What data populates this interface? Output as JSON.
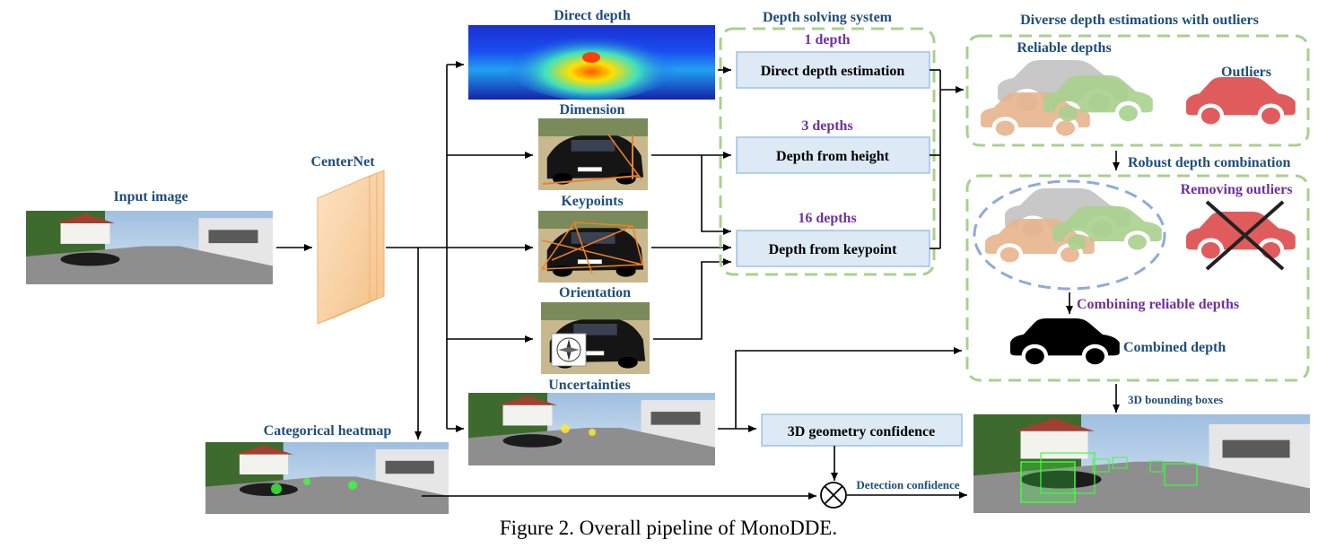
{
  "labels": {
    "input_image": "Input image",
    "centernet": "CenterNet",
    "categorical_heatmap": "Categorical heatmap",
    "direct_depth": "Direct depth",
    "dimension": "Dimension",
    "keypoints": "Keypoints",
    "orientation": "Orientation",
    "uncertainties": "Uncertainties",
    "depth_solving_system": "Depth solving system",
    "diverse_depth_title": "Diverse depth estimations with outliers",
    "reliable_depths": "Reliable depths",
    "outliers": "Outliers",
    "robust_depth_combination": "Robust depth combination",
    "removing_outliers": "Removing outliers",
    "combining_reliable_depths": "Combining reliable depths",
    "combined_depth": "Combined depth",
    "bounding_boxes_3d": "3D bounding boxes",
    "detection_confidence": "Detection confidence"
  },
  "depth_counts": {
    "direct": "1 depth",
    "height": "3 depths",
    "keypoint": "16 depths"
  },
  "boxes": {
    "direct_depth_estimation": "Direct depth estimation",
    "depth_from_height": "Depth from height",
    "depth_from_keypoint": "Depth from keypoint",
    "geometry_confidence_3d": "3D geometry confidence"
  },
  "caption": "Figure 2. Overall pipeline of MonoDDE.",
  "colors": {
    "label_blue": "#1f4e79",
    "label_purple": "#7030a0",
    "box_fill": "#dde9f5",
    "box_stroke": "#9dc3e6",
    "dashed_green": "#a9d08e",
    "car_gray": "#bfbfbf",
    "car_orange": "#e8b48e",
    "car_green": "#a9d18e",
    "car_red": "#e05c5c",
    "ellipse_blue": "#8faadc"
  },
  "icons": [
    "car-icon",
    "cross-icon",
    "multiply-circle-icon",
    "compass-icon"
  ]
}
